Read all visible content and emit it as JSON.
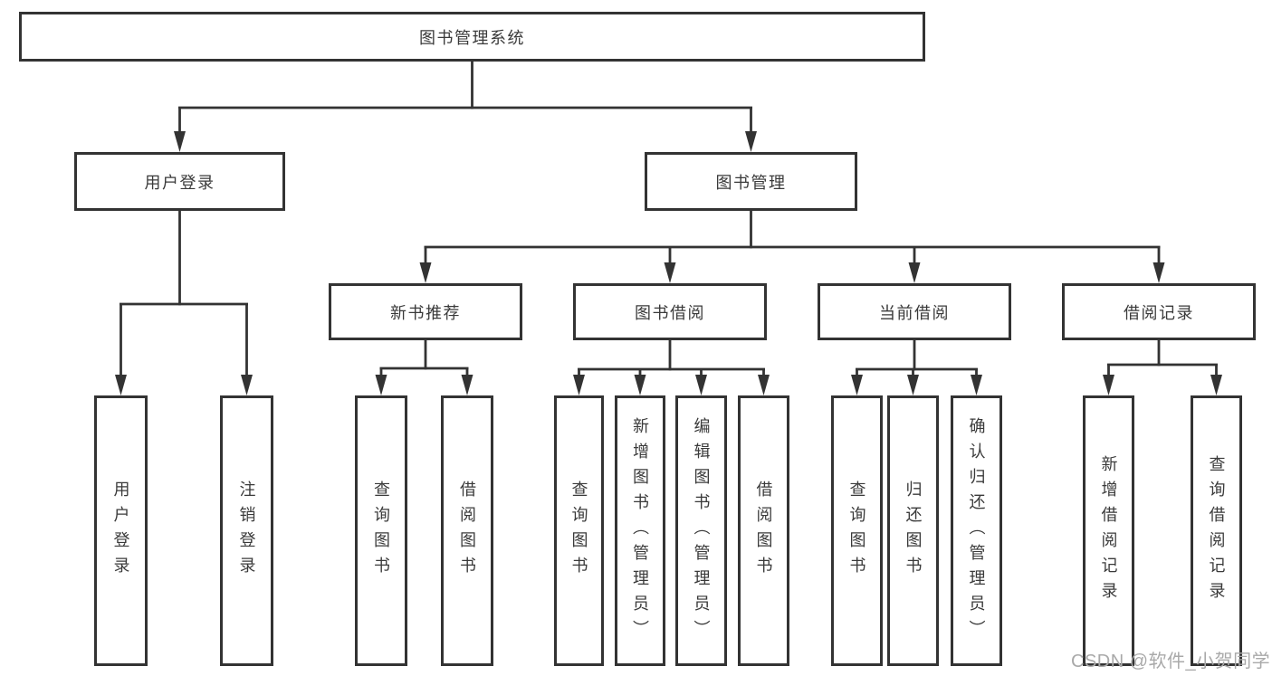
{
  "diagram": {
    "root": {
      "label": "图书管理系统"
    },
    "branches": [
      {
        "label": "用户登录",
        "leaves": [
          {
            "label": "用户登录"
          },
          {
            "label": "注销登录"
          }
        ]
      },
      {
        "label": "图书管理",
        "groups": [
          {
            "label": "新书推荐",
            "leaves": [
              {
                "label": "查询图书"
              },
              {
                "label": "借阅图书"
              }
            ]
          },
          {
            "label": "图书借阅",
            "leaves": [
              {
                "label": "查询图书"
              },
              {
                "label": "新增图书（管理员）"
              },
              {
                "label": "编辑图书（管理员）"
              },
              {
                "label": "借阅图书"
              }
            ]
          },
          {
            "label": "当前借阅",
            "leaves": [
              {
                "label": "查询图书"
              },
              {
                "label": "归还图书"
              },
              {
                "label": "确认归还（管理员）"
              }
            ]
          },
          {
            "label": "借阅记录",
            "leaves": [
              {
                "label": "新增借阅记录"
              },
              {
                "label": "查询借阅记录"
              }
            ]
          }
        ]
      }
    ]
  },
  "watermark": {
    "text": "CSDN @软件_小贺同学"
  },
  "colors": {
    "line": "#333333",
    "text": "#3a3a3a",
    "node_background": "#ffffff",
    "watermark": "#a9a9a9"
  }
}
